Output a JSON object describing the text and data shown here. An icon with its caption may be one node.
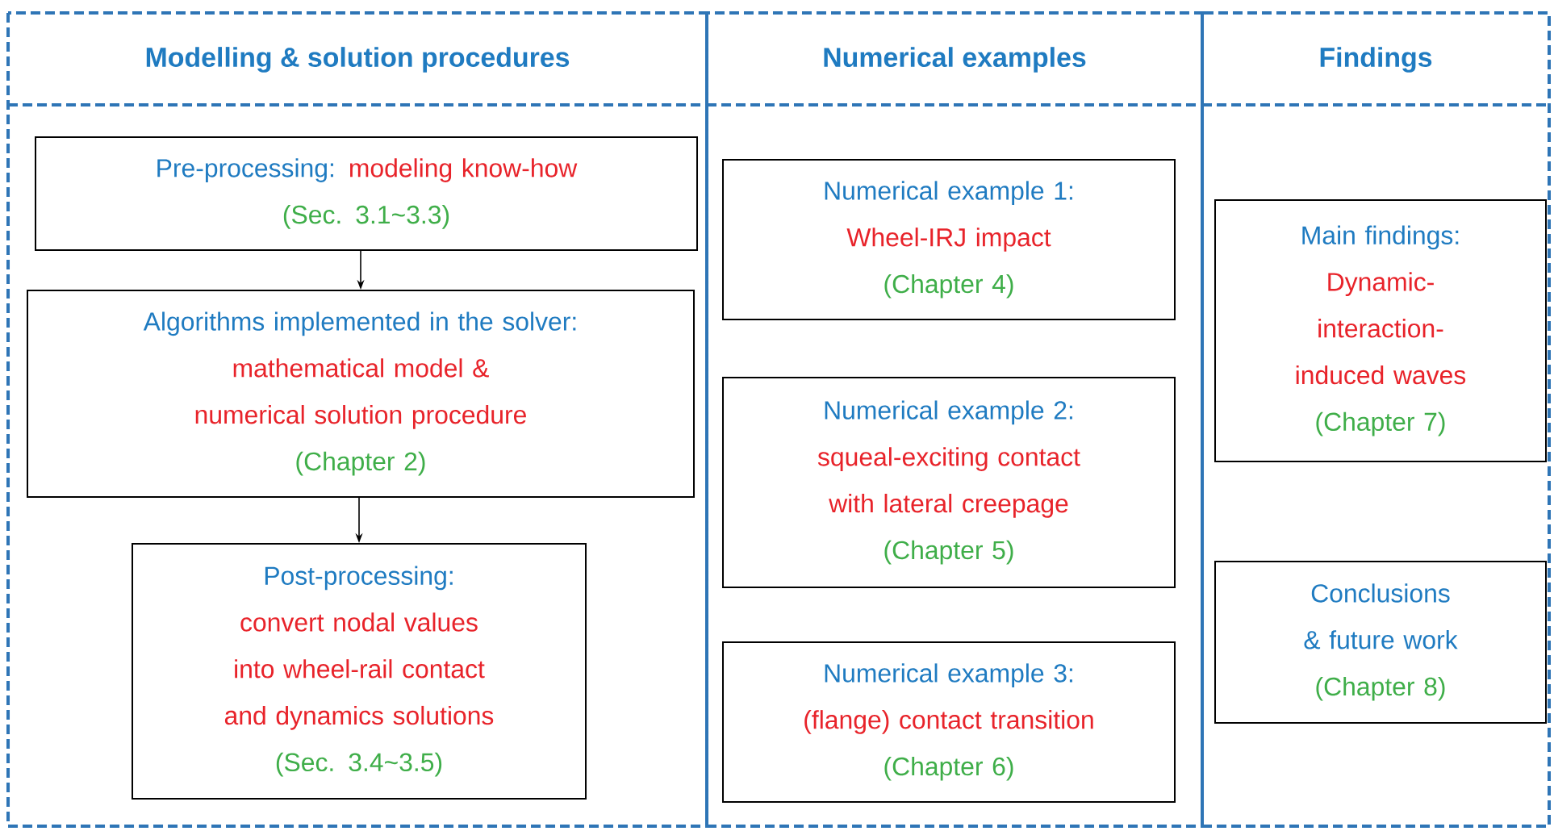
{
  "diagram": {
    "nodes": [
      {
        "text": [
          "Modelling & solution procedures"
        ]
      },
      {
        "text": [
          "Pre-processing:",
          "modeling know-how",
          "(Sec. 3.1~3.3)"
        ],
        "in": 0
      },
      {
        "text": [
          "Algorithms implemented in the solver:",
          "mathematical model & numerical solution procedure",
          "(Chapter 2)"
        ],
        "in": 0
      },
      {
        "text": [
          "Post-processing:",
          "convert nodal values into wheel-rail contact and dynamics solutions",
          "(Sec. 3.4~3.5)"
        ],
        "in": 0
      },
      {
        "text": [
          "Numerical examples"
        ]
      },
      {
        "text": [
          "Numerical example 1:",
          "Wheel-IRJ impact",
          "(Chapter 4)"
        ],
        "in": 4
      },
      {
        "text": [
          "Numerical example 2:",
          "squeal-exciting contact with lateral creepage",
          "(Chapter 5)"
        ],
        "in": 4
      },
      {
        "text": [
          "Numerical example 3:",
          "(flange) contact transition",
          "(Chapter 6)"
        ],
        "in": 4
      },
      {
        "text": [
          "Findings"
        ]
      },
      {
        "text": [
          "Main findings:",
          "Dynamic-interaction-induced waves",
          "(Chapter 7)"
        ],
        "in": 8
      },
      {
        "text": [
          "Conclusions & future work",
          "(Chapter 8)"
        ],
        "in": 8
      }
    ],
    "edges": [
      {
        "from": 1,
        "to": 2,
        "arrow": "to"
      },
      {
        "from": 2,
        "to": 3,
        "arrow": "to"
      }
    ]
  }
}
